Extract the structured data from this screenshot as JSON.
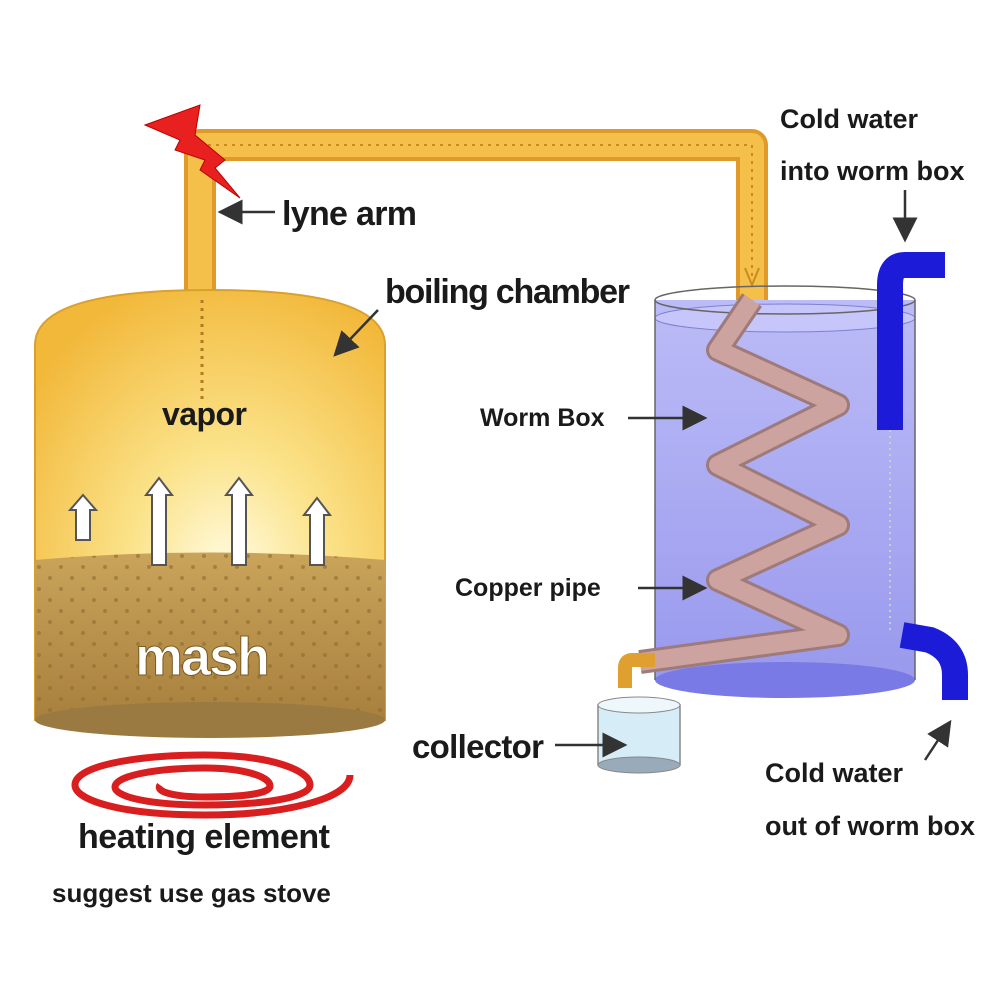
{
  "labels": {
    "cold_water_in_1": "Cold water",
    "cold_water_in_2": "into worm box",
    "lyne_arm": "lyne arm",
    "boiling_chamber": "boiling chamber",
    "vapor": "vapor",
    "mash": "mash",
    "worm_box": "Worm Box",
    "copper_pipe": "Copper pipe",
    "collector": "collector",
    "cold_water_out_1": "Cold water",
    "cold_water_out_2": "out of worm box",
    "heating_element": "heating element",
    "suggestion": "suggest use gas stove"
  },
  "colors": {
    "pipe": "#f5c04a",
    "chamber": "#f7d36a",
    "mash": "#b8924a",
    "water": "#a9a8f2",
    "copper": "#c9a0a0",
    "blue_pipe": "#1c1cd8",
    "heater": "#d81e1e"
  }
}
